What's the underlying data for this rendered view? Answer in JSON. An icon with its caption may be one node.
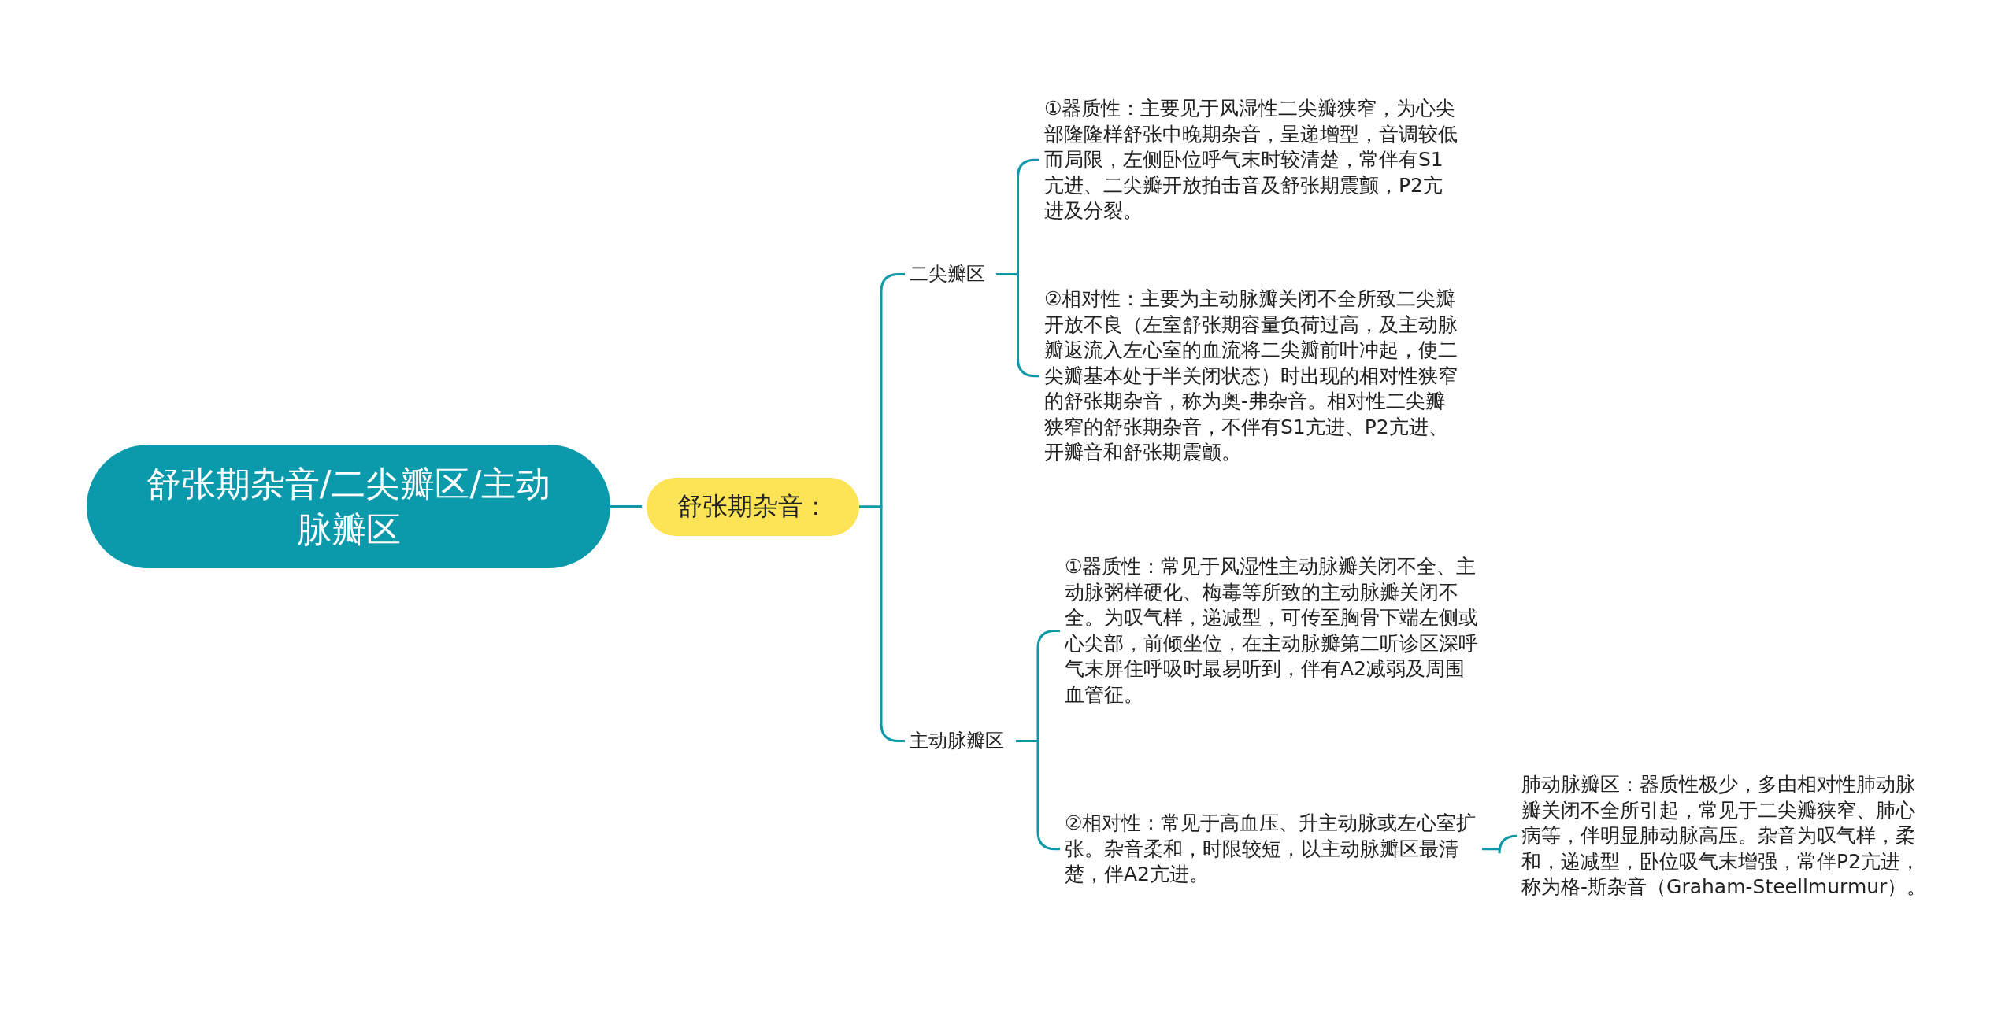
{
  "diagram": {
    "nodes": [
      {
        "text": [
          "舒张期杂音/二尖瓣区/主动脉瓣区"
        ]
      },
      {
        "text": [
          "舒张期杂音："
        ]
      },
      {
        "text": [
          "二尖瓣区"
        ]
      },
      {
        "text": [
          "①器质性：主要见于风湿性二尖瓣狭窄，为心尖部隆隆样舒张中晚期杂音，呈递增型，音调较低而局限，左侧卧位呼气末时较清楚，常伴有S1亢进、二尖瓣开放拍击音及舒张期震颤，P2亢进及分裂。"
        ]
      },
      {
        "text": [
          "②相对性：主要为主动脉瓣关闭不全所致二尖瓣开放不良（左室舒张期容量负荷过高，及主动脉瓣返流入左心室的血流将二尖瓣前叶冲起，使二尖瓣基本处于半关闭状态）时出现的相对性狭窄的舒张期杂音，称为奥-弗杂音。相对性二尖瓣狭窄的舒张期杂音，不伴有S1亢进、P2亢进、开瓣音和舒张期震颤。"
        ]
      },
      {
        "text": [
          "主动脉瓣区"
        ]
      },
      {
        "text": [
          "①器质性：常见于风湿性主动脉瓣关闭不全、主动脉粥样硬化、梅毒等所致的主动脉瓣关闭不全。为叹气样，递减型，可传至胸骨下端左侧或心尖部，前倾坐位，在主动脉瓣第二听诊区深呼气末屏住呼吸时最易听到，伴有A2减弱及周围血管征。"
        ]
      },
      {
        "text": [
          "②相对性：常见于高血压、升主动脉或左心室扩张。杂音柔和，时限较短，以主动脉瓣区最清楚，伴A2亢进。"
        ]
      },
      {
        "text": [
          "肺动脉瓣区：器质性极少，多由相对性肺动脉瓣关闭不全所引起，常见于二尖瓣狭窄、肺心病等，伴明显肺动脉高压。杂音为叹气样，柔和，递减型，卧位吸气末增强，常伴P2亢进，称为格-斯杂音（Graham-Steellmurmur）。"
        ]
      }
    ],
    "edges": [
      {
        "from": 0,
        "to": 1,
        "arrow": "none"
      },
      {
        "from": 1,
        "to": 2,
        "arrow": "none"
      },
      {
        "from": 1,
        "to": 5,
        "arrow": "none"
      },
      {
        "from": 2,
        "to": 3,
        "arrow": "none"
      },
      {
        "from": 2,
        "to": 4,
        "arrow": "none"
      },
      {
        "from": 5,
        "to": 6,
        "arrow": "none"
      },
      {
        "from": 5,
        "to": 7,
        "arrow": "none"
      },
      {
        "from": 7,
        "to": 8,
        "arrow": "none"
      }
    ]
  }
}
